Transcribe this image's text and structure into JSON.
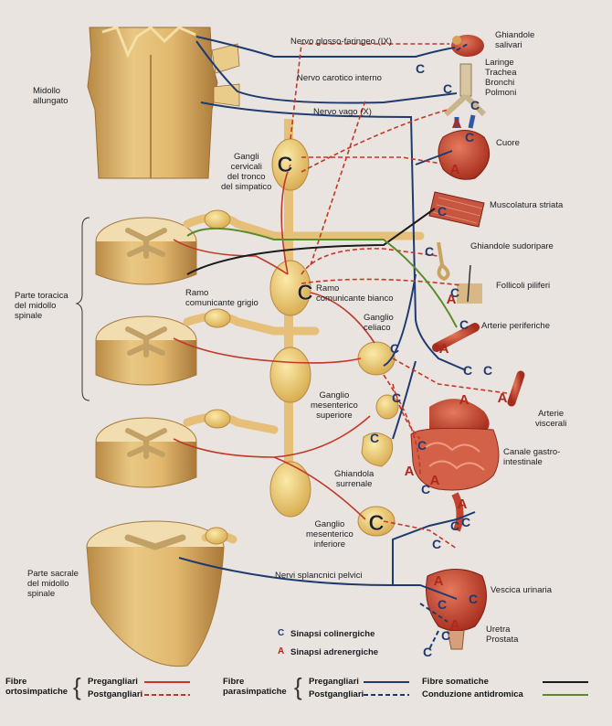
{
  "labels": {
    "midollo_allungato": "Midollo\nallungato",
    "glosso": "Nervo glosso-faringeo (IX)",
    "carotico": "Nervo carotico interno",
    "vago": "Nervo vago (X)",
    "ghiandole_salivari": "Ghiandole\nsalivari",
    "laringe": "Laringe\nTrachea\nBronchi\nPolmoni",
    "cuore": "Cuore",
    "gangli_cervicali": "Gangli\ncervicali\ndel tronco\ndel simpatico",
    "muscolatura": "Muscolatura striata",
    "sudoripare": "Ghiandole sudoripare",
    "follicoli": "Follicoli piliferi",
    "arterie_periferiche": "Arterie periferiche",
    "parte_toracica": "Parte toracica\ndel midollo\nspinale",
    "ramo_grigio": "Ramo\ncomunicante grigio",
    "ramo_bianco": "Ramo\ncomunicante bianco",
    "ganglio_celiaco": "Ganglio\nceliaco",
    "ganglio_mes_sup": "Ganglio\nmesenterico\nsuperiore",
    "arterie_viscerali": "Arterie\nviscerali",
    "ghiandola_surrenale": "Ghiandola\nsurrenale",
    "canale": "Canale gastro-\nintestinale",
    "ganglio_mes_inf": "Ganglio\nmesenterico\ninferiore",
    "parte_sacrale": "Parte sacrale\ndel midollo\nspinale",
    "nervi_splancnici": "Nervi splancnici pelvici",
    "vescica": "Vescica urinaria",
    "uretra": "Uretra\nProstata"
  },
  "key": {
    "c_letter": "C",
    "c_text": "Sinapsi colinergiche",
    "a_letter": "A",
    "a_text": "Sinapsi adrenergiche"
  },
  "legend": {
    "orto_title": "Fibre\nortosimpatiche",
    "orto_pre": "Pregangliari",
    "orto_post": "Postgangliari",
    "para_title": "Fibre\nparasimpatiche",
    "para_pre": "Pregangliari",
    "para_post": "Postgangliari",
    "somatiche": "Fibre somatiche",
    "antidromica": "Conduzione antidromica"
  },
  "colors": {
    "background": "#e9e4df",
    "tissue": "#e6bf78",
    "tissue_shadow": "#b98a45",
    "ganglion": "#eed27a",
    "sympathetic": "#c0392b",
    "parasympathetic": "#1f3a6e",
    "somatic": "#1a1a1a",
    "antidromic": "#5a8a2a",
    "organ_red": "#c2432e"
  }
}
